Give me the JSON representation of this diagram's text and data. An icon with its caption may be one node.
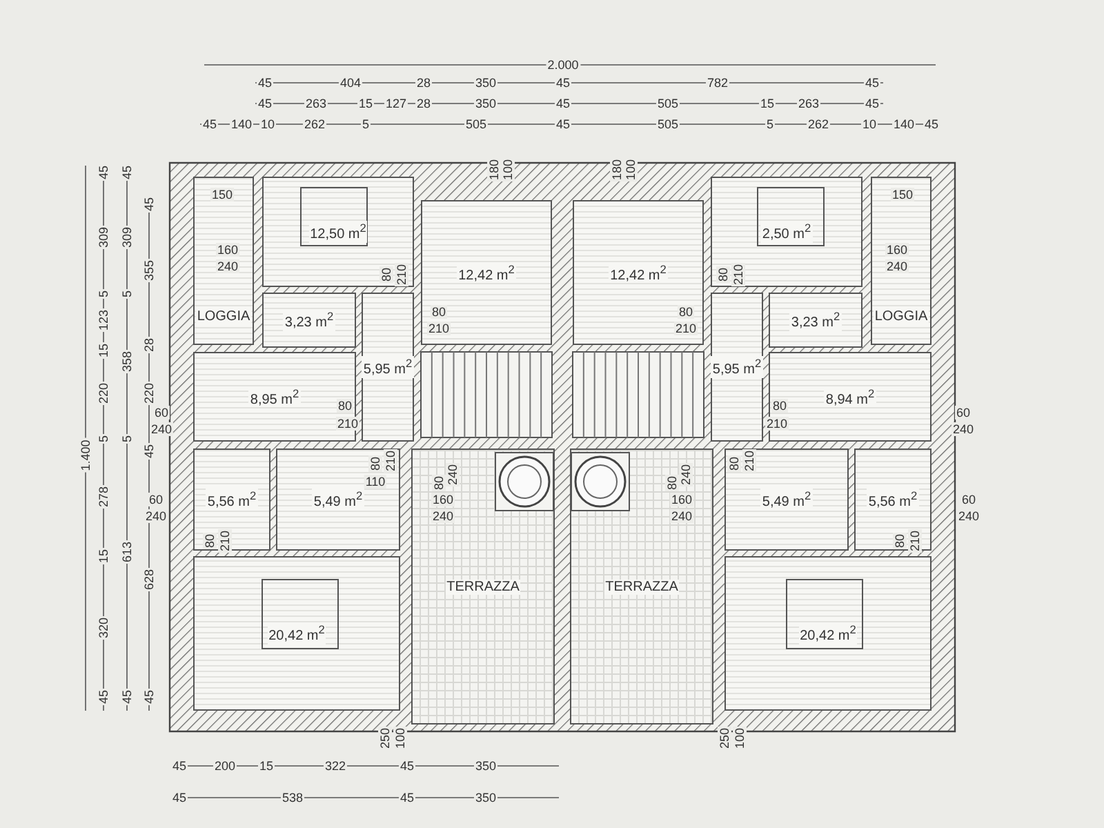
{
  "diagram": {
    "nodes": [
      {
        "text": [
          "LOGGIA"
        ]
      },
      {
        "text": [
          "12,50 m$^{2}$"
        ]
      },
      {
        "text": [
          "12,42 m$^{2}$"
        ]
      },
      {
        "text": [
          "3,23 m$^{2}$"
        ]
      },
      {
        "text": [
          "8,95 m$^{2}$"
        ]
      },
      {
        "text": [
          "5,95 m$^{2}$"
        ]
      },
      {
        "text": [
          "5,56 m$^{2}$"
        ]
      },
      {
        "text": [
          "5,49 m$^{2}$"
        ]
      },
      {
        "text": [
          "20,42 m$^{2}$"
        ]
      },
      {
        "text": [
          "TERRAZZA"
        ]
      },
      {
        "text": [
          "LOGGIA"
        ]
      },
      {
        "text": [
          "2,50 m$^{2}$"
        ]
      },
      {
        "text": [
          "12,42 m$^{2}$"
        ]
      },
      {
        "text": [
          "3,23 m$^{2}$"
        ]
      },
      {
        "text": [
          "8,94 m$^{2}$"
        ]
      },
      {
        "text": [
          "5,95 m$^{2}$"
        ]
      },
      {
        "text": [
          "5,56 m$^{2}$"
        ]
      },
      {
        "text": [
          "5,49 m$^{2}$"
        ]
      },
      {
        "text": [
          "20,42 m$^{2}$"
        ]
      },
      {
        "text": [
          "TERRAZZA"
        ]
      }
    ],
    "edges": [],
    "labels": [
      "2.000",
      "45",
      "404",
      "28",
      "350",
      "45",
      "782",
      "45",
      "45",
      "263",
      "15",
      "127",
      "28",
      "350",
      "45",
      "505",
      "15",
      "263",
      "45",
      "45",
      "140",
      "10",
      "262",
      "5",
      "505",
      "45",
      "505",
      "5",
      "262",
      "10",
      "140",
      "45",
      "1.400",
      "45",
      "309",
      "5",
      "123",
      "15",
      "220",
      "5",
      "278",
      "15",
      "320",
      "45",
      "45",
      "309",
      "5",
      "358",
      "5",
      "613",
      "45",
      "45",
      "355",
      "28",
      "220",
      "45",
      "628",
      "45",
      "45",
      "200",
      "15",
      "322",
      "45",
      "350",
      "45",
      "538",
      "45",
      "350",
      "150",
      "160",
      "240",
      "180",
      "100",
      "80",
      "210",
      "80",
      "210",
      "60",
      "240",
      "80",
      "210",
      "80",
      "210",
      "110",
      "60",
      "240",
      "80",
      "210",
      "80",
      "240",
      "160",
      "240",
      "250",
      "100",
      "150",
      "160",
      "240",
      "180",
      "100",
      "80",
      "210",
      "80",
      "210",
      "60",
      "240",
      "80",
      "210",
      "80",
      "210",
      "60",
      "240",
      "80",
      "210",
      "80",
      "240",
      "160",
      "240",
      "250",
      "100"
    ]
  }
}
